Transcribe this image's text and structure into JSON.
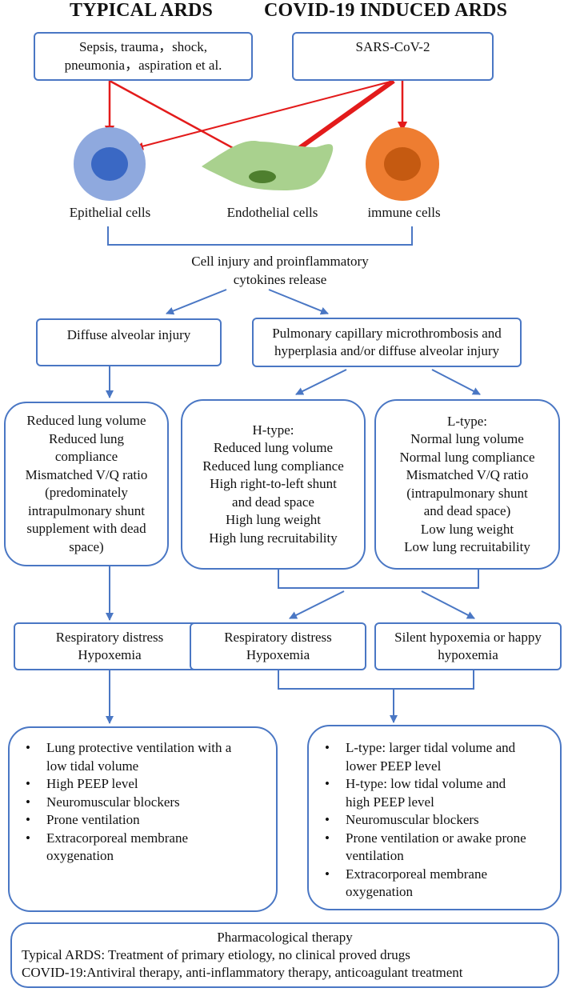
{
  "headers": {
    "left": "TYPICAL ARDS",
    "right": "COVID-19 INDUCED ARDS"
  },
  "causes": {
    "typical": [
      "Sepsis, trauma，shock,",
      "pneumonia，aspiration et al."
    ],
    "covid": "SARS-CoV-2"
  },
  "cells": {
    "epithelial": "Epithelial cells",
    "endothelial": "Endothelial cells",
    "immune": "immune cells"
  },
  "cell_injury": [
    "Cell injury and proinflammatory",
    "cytokines release"
  ],
  "diffuse": "Diffuse alveolar injury",
  "pulmonary": [
    "Pulmonary capillary microthrombosis and",
    "hyperplasia and/or diffuse alveolar injury"
  ],
  "typical_features": [
    "Reduced lung volume",
    "Reduced lung",
    "compliance",
    "Mismatched V/Q ratio",
    "(predominately",
    "intrapulmonary shunt",
    "supplement with dead",
    "space)"
  ],
  "h_type": [
    "H-type:",
    "Reduced lung volume",
    "Reduced lung compliance",
    "High right-to-left shunt",
    "and dead space",
    "High lung weight",
    "High lung recruitability"
  ],
  "l_type": [
    "L-type:",
    "Normal lung volume",
    "Normal lung compliance",
    "Mismatched V/Q ratio",
    "(intrapulmonary shunt",
    "and dead space)",
    "Low lung weight",
    "Low lung recruitability"
  ],
  "resp_left": [
    "Respiratory distress",
    "Hypoxemia"
  ],
  "resp_mid": [
    "Respiratory distress",
    "Hypoxemia"
  ],
  "silent": [
    "Silent hypoxemia or happy",
    "hypoxemia"
  ],
  "treat_typical": [
    [
      "Lung protective ventilation with a",
      "low tidal volume"
    ],
    [
      "High PEEP level"
    ],
    [
      "Neuromuscular blockers"
    ],
    [
      "Prone ventilation"
    ],
    [
      "Extracorporeal membrane",
      "oxygenation"
    ]
  ],
  "treat_covid": [
    [
      "L-type: larger tidal volume and",
      "lower PEEP level"
    ],
    [
      "H-type: low tidal volume and",
      "high PEEP level"
    ],
    [
      "Neuromuscular blockers"
    ],
    [
      "Prone ventilation or awake prone",
      "ventilation"
    ],
    [
      "Extracorporeal membrane",
      "oxygenation"
    ]
  ],
  "pharma": [
    "Pharmacological therapy",
    "Typical ARDS: Treatment of primary etiology, no clinical proved drugs",
    "COVID-19:Antiviral therapy, anti-inflammatory therapy, anticoagulant treatment"
  ],
  "colors": {
    "box_border": "#4a77c4",
    "connector": "#4a77c4",
    "red_arrow": "#e31b1b",
    "epithelial_outer": "#8fa9de",
    "epithelial_inner": "#3a68c4",
    "endothelial_outer": "#a9d18e",
    "endothelial_inner": "#4e7f2e",
    "immune_outer": "#ee7d31",
    "immune_inner": "#c55a11"
  }
}
